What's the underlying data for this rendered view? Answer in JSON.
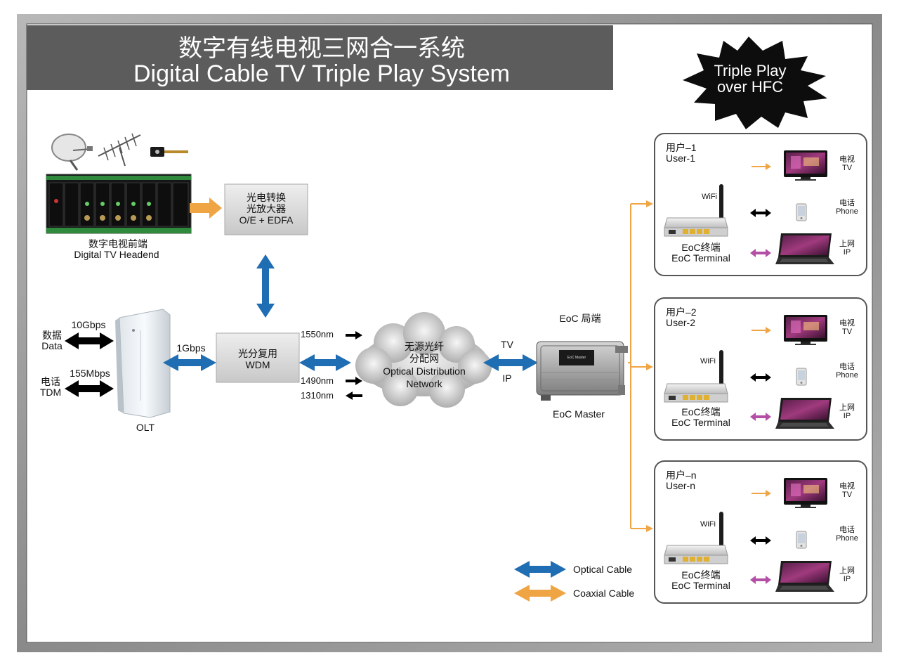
{
  "title": {
    "zh": "数字有线电视三网合一系统",
    "en": "Digital Cable TV Triple Play System"
  },
  "badge": {
    "line1": "Triple Play",
    "line2": "over HFC"
  },
  "headend": {
    "zh": "数字电视前端",
    "en": "Digital TV Headend"
  },
  "oe_box": {
    "line1": "光电转换",
    "line2": "光放大器",
    "line3": "O/E + EDFA"
  },
  "wdm_box": {
    "line1": "光分复用",
    "line2": "WDM"
  },
  "olt": {
    "label": "OLT",
    "rate_1g": "1Gbps",
    "data_rate": "10Gbps",
    "data_zh": "数据",
    "data_en": "Data",
    "tdm_rate": "155Mbps",
    "tdm_zh": "电话",
    "tdm_en": "TDM"
  },
  "wavelengths": {
    "w1550": "1550nm",
    "w1490": "1490nm",
    "w1310": "1310nm"
  },
  "cloud": {
    "line1": "无源光纤",
    "line2": "分配网",
    "line3": "Optical Distribution",
    "line4": "Network"
  },
  "odn_links": {
    "tv": "TV",
    "ip": "IP"
  },
  "eoc_master": {
    "top": "EoC 局端",
    "bottom": "EoC Master",
    "plate": "EoC Master"
  },
  "users": [
    {
      "zh": "用户–1",
      "en": "User-1"
    },
    {
      "zh": "用户–2",
      "en": "User-2"
    },
    {
      "zh": "用户–n",
      "en": "User-n"
    }
  ],
  "user_devices": {
    "wifi": "WiFi",
    "terminal_zh": "EoC终端",
    "terminal_en": "EoC Terminal",
    "tv_zh": "电视",
    "tv_en": "TV",
    "phone_zh": "电话",
    "phone_en": "Phone",
    "net_zh": "上网",
    "net_en": "IP"
  },
  "legend": {
    "optical": "Optical Cable",
    "coaxial": "Coaxial Cable"
  },
  "colors": {
    "optical": "#1f6db3",
    "coaxial": "#f0a544",
    "title_bar": "#5c5c5c",
    "ip_link": "#b44fa6",
    "frame": "#8a8a8a"
  },
  "icons": [
    "satellite-dish-icon",
    "yagi-antenna-icon",
    "lnb-icon",
    "headend-rack-icon",
    "olt-cabinet-icon",
    "cloud-icon",
    "eoc-master-device-icon",
    "tv-icon",
    "phone-icon",
    "laptop-icon",
    "eoc-terminal-router-icon"
  ]
}
